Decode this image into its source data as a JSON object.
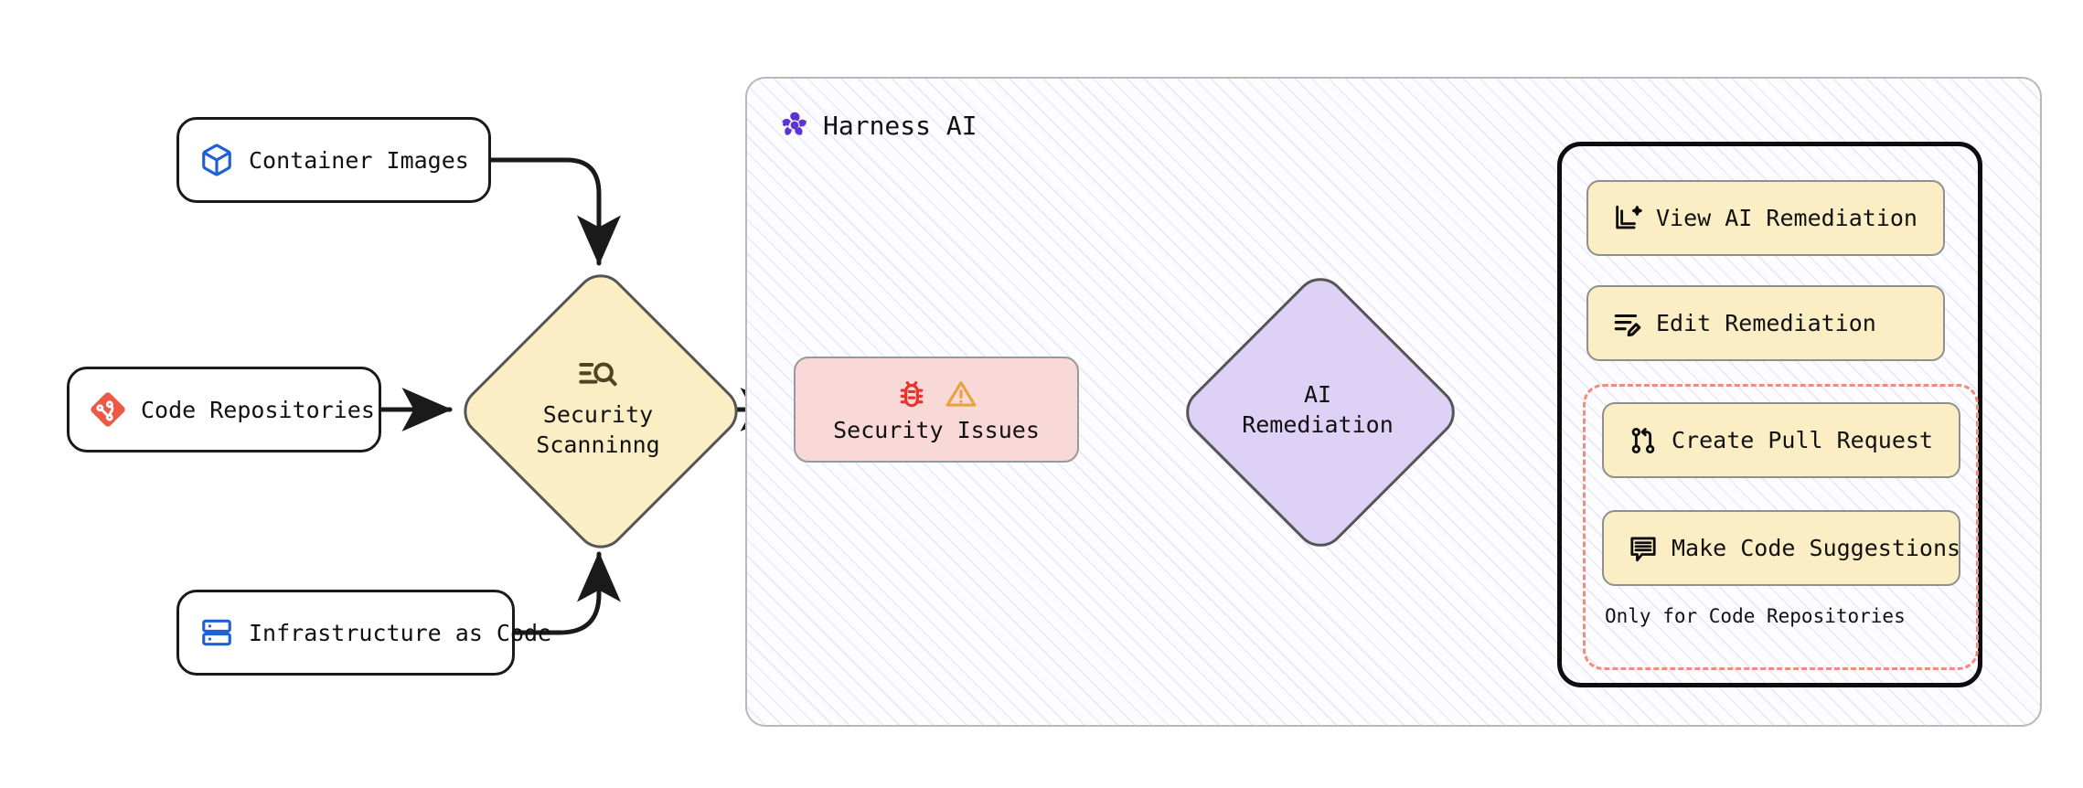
{
  "diagram": {
    "title": "Harness AI security scanning and remediation flow",
    "colors": {
      "diamond_yellow_fill": "#fbeec4",
      "diamond_purple_fill": "#ddd1f5",
      "issues_pink_fill": "#f9d8d8",
      "button_fill": "#fbeec4",
      "dashed_red": "#f08b80",
      "harness_purple": "#5c34d6",
      "git_orange": "#ec5a46",
      "container_blue": "#1f5fd8",
      "bug_red": "#e8342a",
      "warning_orange": "#e8a33d",
      "node_border": "#1a1a1a",
      "panel_border": "#0d0d0d",
      "hatch_purple": "rgba(130,120,230,0.16)"
    }
  },
  "sources": [
    {
      "id": "container-images",
      "label": "Container Images",
      "icon": "container-box-icon"
    },
    {
      "id": "code-repositories",
      "label": "Code Repositories",
      "icon": "git-repository-icon"
    },
    {
      "id": "infrastructure-as-code",
      "label": "Infrastructure as Code",
      "icon": "server-rack-icon"
    }
  ],
  "security_scanning": {
    "line1": "Security",
    "line2": "Scanninng",
    "icon": "scan-search-icon"
  },
  "harness": {
    "title": "Harness AI",
    "logo": "harness-pinwheel-logo"
  },
  "security_issues": {
    "label": "Security Issues",
    "icons": [
      "bug-icon",
      "warning-triangle-icon"
    ]
  },
  "ai_remediation": {
    "line1": "AI",
    "line2": "Remediation"
  },
  "actions": [
    {
      "id": "view-ai-remediation",
      "label": "View AI Remediation",
      "icon": "document-sparkle-icon",
      "restricted": false
    },
    {
      "id": "edit-remediation",
      "label": "Edit Remediation",
      "icon": "lines-pencil-icon",
      "restricted": false
    },
    {
      "id": "create-pull-request",
      "label": "Create Pull Request",
      "icon": "pull-request-icon",
      "restricted": true
    },
    {
      "id": "make-code-suggestions",
      "label": "Make Code Suggestions",
      "icon": "comment-lines-icon",
      "restricted": true
    }
  ],
  "restriction_note": "Only for Code Repositories"
}
